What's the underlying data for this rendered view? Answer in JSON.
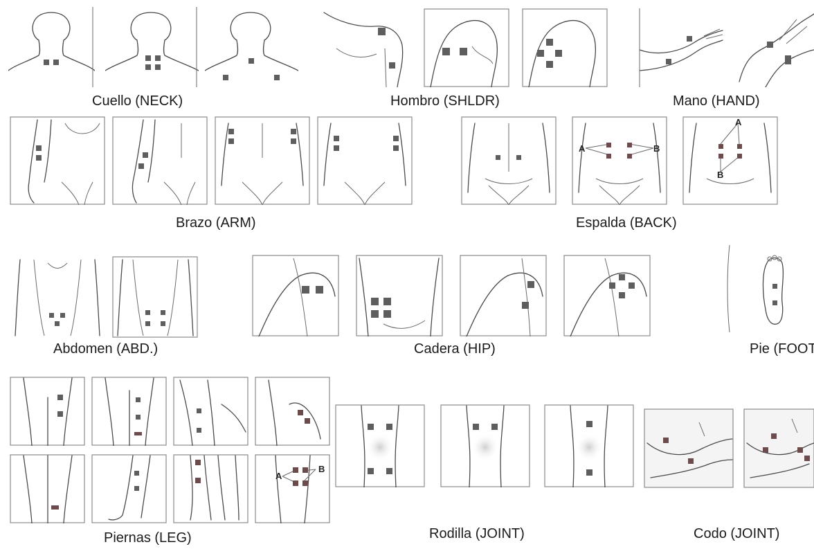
{
  "accent_color": "#5e5e5e",
  "captions": {
    "neck": "Cuello (NECK)",
    "shoulder": "Hombro (SHLDR)",
    "hand": "Mano (HAND)",
    "arm": "Brazo (ARM)",
    "back": "Espalda (BACK)",
    "abdomen": "Abdomen (ABD.)",
    "hip": "Cadera (HIP)",
    "foot": "Pie (FOOT)",
    "leg": "Piernas (LEG)",
    "knee": "Rodilla (JOINT)",
    "elbow": "Codo (JOINT)"
  },
  "markers": {
    "a": "A",
    "b": "B"
  }
}
